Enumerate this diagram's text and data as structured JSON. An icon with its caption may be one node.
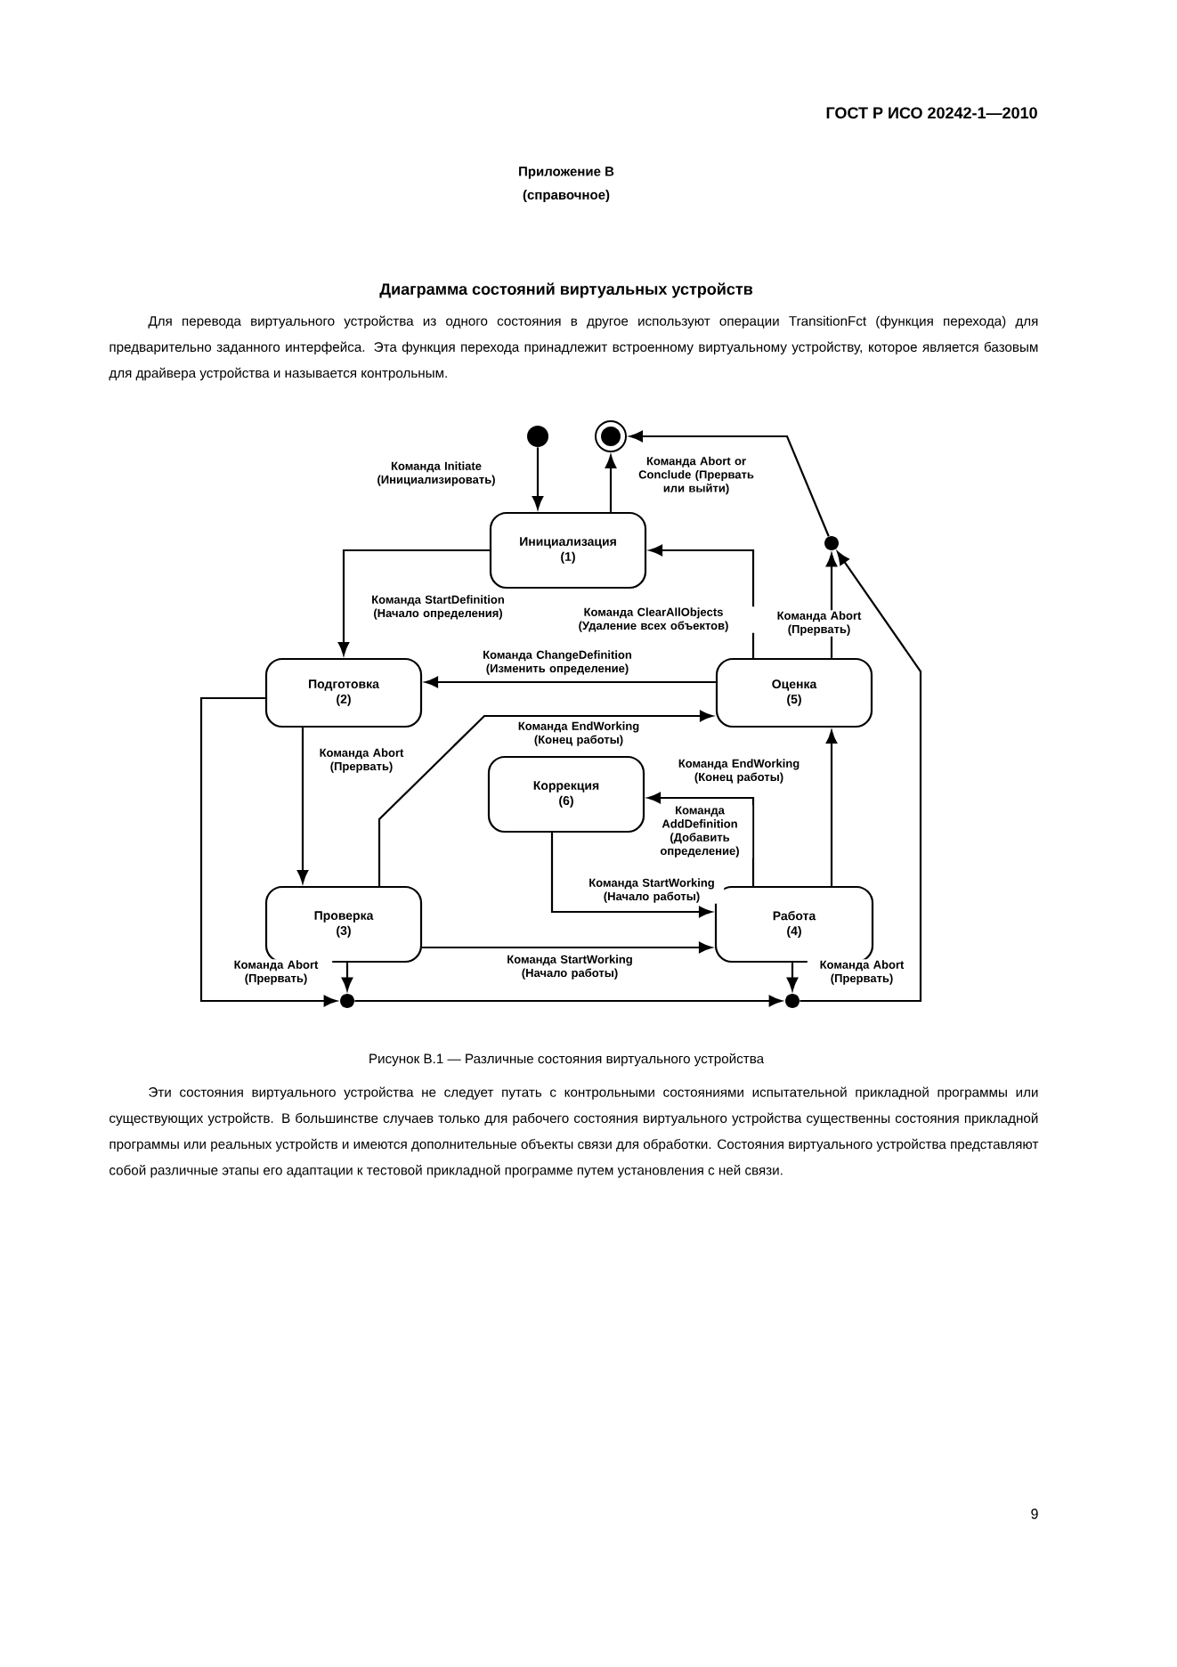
{
  "diagram": {
    "title": "Диаграмма состояний виртуальных устройств",
    "caption": "Рисунок В.1 — Различные состояния виртуального устройства",
    "nodes": [
      {
        "text": [],
        "shape": "circle"
      },
      {
        "text": [],
        "shape": "circle"
      },
      {
        "text": [
          "Инициализация",
          "(1)"
        ]
      },
      {
        "text": [
          "Подготовка",
          "(2)"
        ]
      },
      {
        "text": [
          "Оценка",
          "(5)"
        ]
      },
      {
        "text": [
          "Коррекция",
          "(6)"
        ]
      },
      {
        "text": [
          "Проверка",
          "(3)"
        ]
      },
      {
        "text": [
          "Работа",
          "(4)"
        ]
      },
      {
        "text": [],
        "shape": "circle"
      },
      {
        "text": [],
        "shape": "circle"
      },
      {
        "text": [],
        "shape": "circle"
      }
    ],
    "edges": [
      {
        "from": 0,
        "to": 2,
        "arrow": "to",
        "label": "Команда Initiate (Инициализировать)"
      },
      {
        "from": 2,
        "to": 1,
        "arrow": "to",
        "label": "Команда Abort or Conclude (Прервать или выйти)"
      },
      {
        "from": 8,
        "to": 1,
        "arrow": "to"
      },
      {
        "from": 2,
        "to": 3,
        "arrow": "to",
        "label": "Команда StartDefinition (Начало определения)"
      },
      {
        "from": 4,
        "to": 2,
        "arrow": "to",
        "label": "Команда ClearAllObjects (Удаление всех объектов)"
      },
      {
        "from": 4,
        "to": 3,
        "arrow": "to",
        "label": "Команда ChangeDefinition (Изменить определение)"
      },
      {
        "from": 4,
        "to": 8,
        "arrow": "to",
        "label": "Команда Abort (Прервать)"
      },
      {
        "from": 3,
        "to": 6,
        "arrow": "to",
        "label": "Команда Abort (Прервать)"
      },
      {
        "from": 3,
        "to": 9,
        "arrow": "to"
      },
      {
        "from": 6,
        "to": 4,
        "arrow": "to",
        "label": "Команда EndWorking (Конец работы)"
      },
      {
        "from": 7,
        "to": 4,
        "arrow": "to",
        "label": "Команда EndWorking (Конец работы)"
      },
      {
        "from": 7,
        "to": 5,
        "arrow": "to",
        "label": "Команда AddDefinition (Добавить определение)"
      },
      {
        "from": 5,
        "to": 7,
        "arrow": "to",
        "label": "Команда StartWorking (Начало работы)"
      },
      {
        "from": 6,
        "to": 7,
        "arrow": "to",
        "label": "Команда StartWorking (Начало работы)"
      },
      {
        "from": 6,
        "to": 9,
        "arrow": "to",
        "label": "Команда Abort (Прервать)"
      },
      {
        "from": 7,
        "to": 10,
        "arrow": "to",
        "label": "Команда Abort (Прервать)"
      },
      {
        "from": 9,
        "to": 10,
        "arrow": "to"
      },
      {
        "from": 10,
        "to": 8,
        "arrow": "to"
      }
    ],
    "labels": [
      "ГОСТ Р ИСО 20242-1—2010",
      "Приложение В",
      "(справочное)",
      "Для перевода виртуального устройства из одного состояния в другое используют операции TransitionFct (функция перехода) для предварительно заданного интерфейса. Эта функция перехода принадлежит встроенному виртуальному устройству, которое является базовым для драйвера устройства и называется контрольным.",
      "Эти состояния виртуального устройства не следует путать с контрольными состояниями испытательной прикладной программы или существующих устройств. В большинстве случаев только для рабочего состояния виртуального устройства существенны состояния прикладной программы или реальных устройств и имеются дополнительные объекты связи для обработки. Состояния виртуального устройства представляют собой различные этапы его адаптации к тестовой прикладной программе путем установления с ней связи.",
      "9"
    ]
  }
}
